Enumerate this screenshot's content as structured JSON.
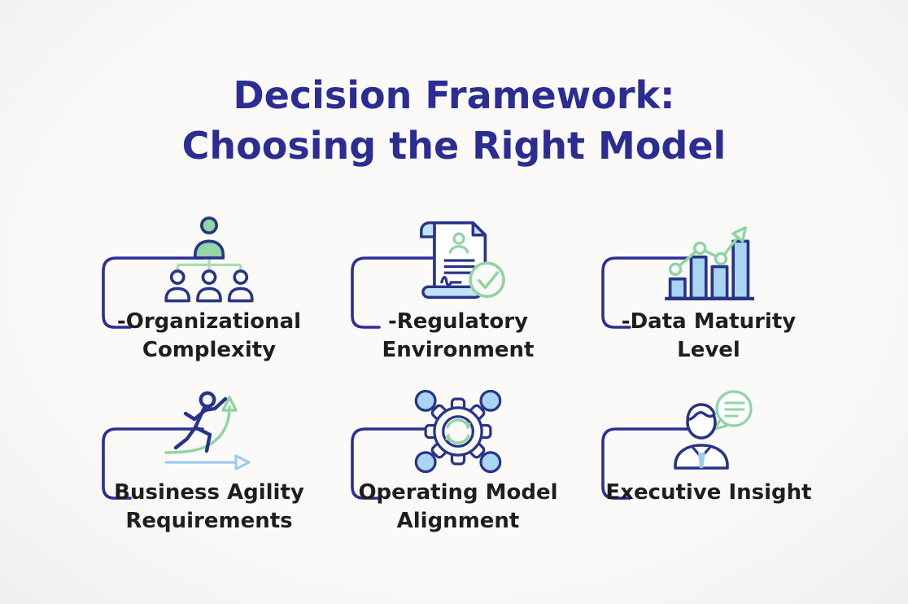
{
  "title": {
    "line1": "Decision Framework:",
    "line2": "Choosing the Right Model"
  },
  "colors": {
    "title_navy": "#2b2d93",
    "icon_navy": "#273488",
    "bracket_navy": "#2b2f96",
    "green": "#8fd5a1",
    "green_fill": "#92d6a4",
    "green_light": "#a5dfad",
    "light_blue_fill": "#a9d4f2",
    "light_blue_pale": "#c3e1f8",
    "blue_arrow": "#9ccbef",
    "label_text": "#1e1e1e",
    "background": "#fbfaf8"
  },
  "items": [
    {
      "id": "organizational-complexity",
      "icon": "org-chart-icon",
      "label_line1": "-Organizational",
      "label_line2": "Complexity"
    },
    {
      "id": "regulatory-environment",
      "icon": "document-check-icon",
      "label_line1": "-Regulatory",
      "label_line2": "Environment"
    },
    {
      "id": "data-maturity-level",
      "icon": "bar-chart-growth-icon",
      "label_line1": "-Data Maturity",
      "label_line2": "Level"
    },
    {
      "id": "business-agility",
      "icon": "runner-arrows-icon",
      "label_line1": "Business Agility",
      "label_line2": "Requirements"
    },
    {
      "id": "operating-model-alignment",
      "icon": "gear-network-icon",
      "label_line1": "Operating Model",
      "label_line2": "Alignment"
    },
    {
      "id": "executive-insight",
      "icon": "executive-speech-icon",
      "label_line1": "Executive Insight",
      "label_line2": ""
    }
  ]
}
